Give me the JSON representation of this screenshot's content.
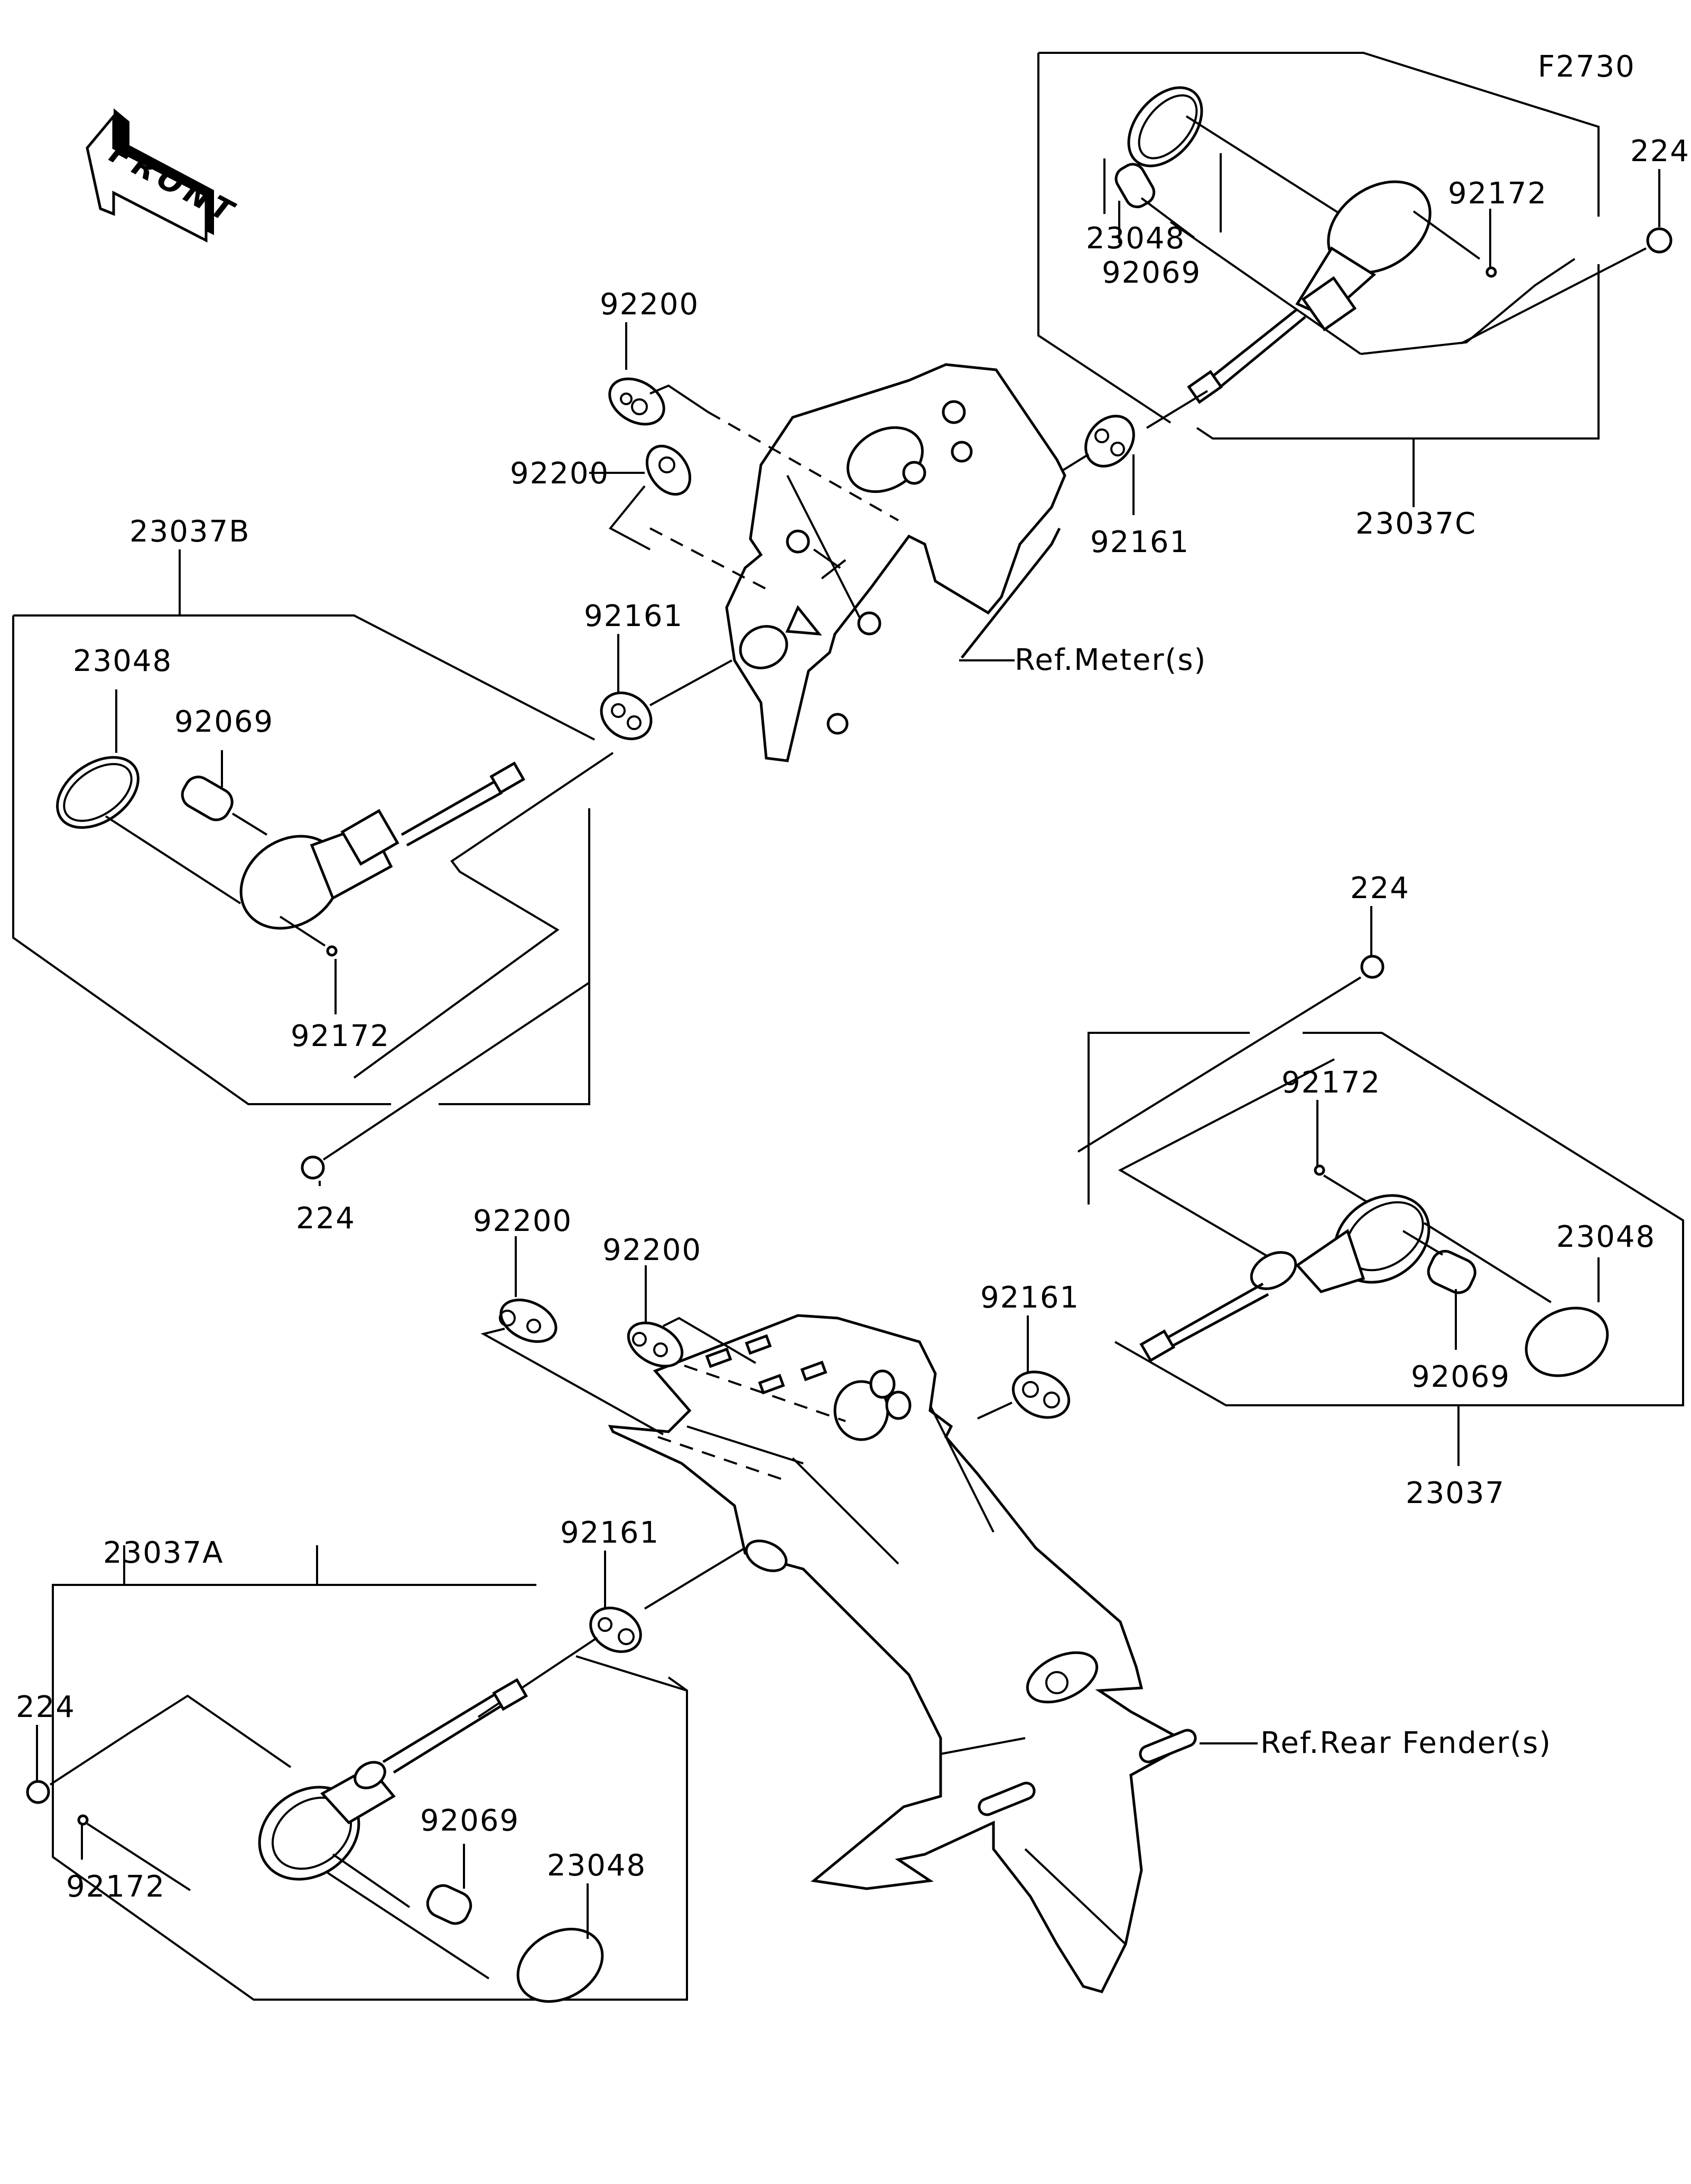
{
  "diagram": {
    "figure_id": "F2730",
    "front_indicator": "FRONT",
    "references": {
      "meter": "Ref.Meter(s)",
      "rear_fender": "Ref.Rear Fender(s)"
    },
    "assemblies": {
      "front_right": {
        "assembly_no": "23037C",
        "parts": {
          "lens": "23048",
          "bulb": "92069",
          "screw": "92172",
          "bolt": "224",
          "grommet": "92161"
        }
      },
      "front_left": {
        "assembly_no": "23037B",
        "parts": {
          "lens": "23048",
          "bulb": "92069",
          "screw": "92172",
          "bolt": "224",
          "grommet": "92161"
        }
      },
      "rear_right": {
        "assembly_no": "23037",
        "parts": {
          "lens": "23048",
          "bulb": "92069",
          "screw": "92172",
          "bolt": "224",
          "grommet": "92161"
        }
      },
      "rear_left": {
        "assembly_no": "23037A",
        "parts": {
          "lens": "23048",
          "bulb": "92069",
          "screw": "92172",
          "bolt": "224",
          "grommet": "92161"
        }
      }
    },
    "brackets": {
      "front_collar_upper": "92200",
      "front_collar_lower": "92200",
      "rear_collar_left": "92200",
      "rear_collar_right": "92200"
    }
  }
}
